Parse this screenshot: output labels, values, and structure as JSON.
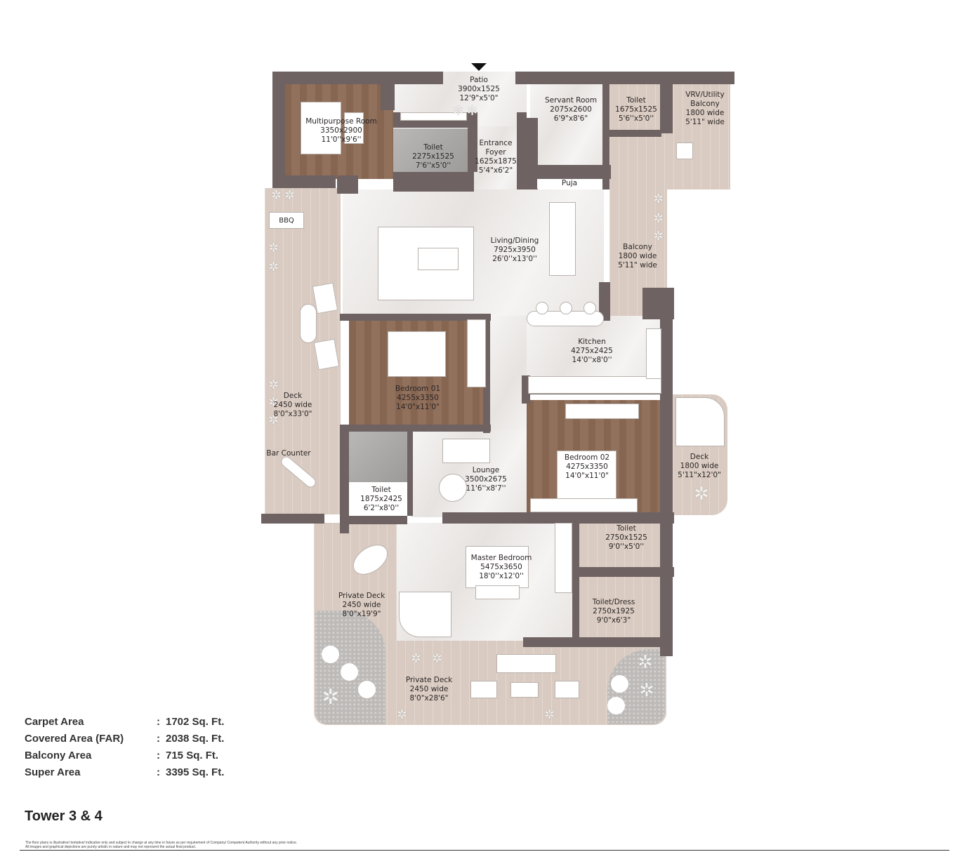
{
  "plan": {
    "entry_marker": "entrance-arrow",
    "rooms": [
      {
        "id": "patio",
        "name": "Patio",
        "metric": "3900x1525",
        "imperial": "12'9\"x5'0\""
      },
      {
        "id": "multipurpose",
        "name": "Multipurpose Room",
        "metric": "3350x2900",
        "imperial": "11'0''x9'6''"
      },
      {
        "id": "toilet_1",
        "name": "Toilet",
        "metric": "2275x1525",
        "imperial": "7'6''x5'0''"
      },
      {
        "id": "foyer",
        "name": "Entrance Foyer",
        "name_line1": "Entrance",
        "name_line2": "Foyer",
        "metric": "1625x1875",
        "imperial": "5'4\"x6'2\""
      },
      {
        "id": "servant",
        "name": "Servant Room",
        "metric": "2075x2600",
        "imperial": "6'9\"x8'6\""
      },
      {
        "id": "toilet_servant",
        "name": "Toilet",
        "metric": "1675x1525",
        "imperial": "5'6''x5'0''"
      },
      {
        "id": "vrv_balcony",
        "name": "VRV/Utility Balcony",
        "name_line1": "VRV/Utility",
        "name_line2": "Balcony",
        "metric": "1800 wide",
        "imperial": "5'11\" wide"
      },
      {
        "id": "puja",
        "name": "Puja"
      },
      {
        "id": "bbq",
        "name": "BBQ"
      },
      {
        "id": "living",
        "name": "Living/Dining",
        "metric": "7925x3950",
        "imperial": "26'0''x13'0''"
      },
      {
        "id": "balcony",
        "name": "Balcony",
        "metric": "1800 wide",
        "imperial": "5'11\" wide"
      },
      {
        "id": "kitchen",
        "name": "Kitchen",
        "metric": "4275x2425",
        "imperial": "14'0''x8'0''"
      },
      {
        "id": "bedroom_1",
        "name": "Bedroom 01",
        "metric": "4255x3350",
        "imperial": "14'0\"x11'0\""
      },
      {
        "id": "deck_left",
        "name": "Deck",
        "metric": "2450 wide",
        "imperial": "8'0\"x33'0\""
      },
      {
        "id": "bar_counter",
        "name": "Bar Counter"
      },
      {
        "id": "toilet_2",
        "name": "Toilet",
        "metric": "1875x2425",
        "imperial": "6'2''x8'0''"
      },
      {
        "id": "lounge",
        "name": "Lounge",
        "metric": "3500x2675",
        "imperial": "11'6''x8'7''"
      },
      {
        "id": "bedroom_2",
        "name": "Bedroom 02",
        "metric": "4275x3350",
        "imperial": "14'0\"x11'0\""
      },
      {
        "id": "deck_right",
        "name": "Deck",
        "metric": "1800 wide",
        "imperial": "5'11\"x12'0\""
      },
      {
        "id": "toilet_3",
        "name": "Toilet",
        "metric": "2750x1525",
        "imperial": "9'0''x5'0''"
      },
      {
        "id": "master",
        "name": "Master Bedroom",
        "metric": "5475x3650",
        "imperial": "18'0''x12'0''"
      },
      {
        "id": "toilet_dress",
        "name": "Toilet/Dress",
        "metric": "2750x1925",
        "imperial": "9'0\"x6'3\""
      },
      {
        "id": "private_deck_1",
        "name": "Private Deck",
        "metric": "2450 wide",
        "imperial": "8'0\"x19'9\""
      },
      {
        "id": "private_deck_2",
        "name": "Private Deck",
        "metric": "2450 wide",
        "imperial": "8'0\"x28'6\""
      }
    ]
  },
  "areas": [
    {
      "label": "Carpet Area",
      "value": "1702 Sq. Ft."
    },
    {
      "label": "Covered Area (FAR)",
      "value": "2038 Sq. Ft."
    },
    {
      "label": "Balcony Area",
      "value": "715 Sq. Ft."
    },
    {
      "label": "Super Area",
      "value": "3395 Sq. Ft."
    }
  ],
  "separator": ":",
  "tower": "Tower 3 & 4",
  "disclaimer": {
    "line1": "The floor plans is illustrative/ tentative/ indicative only and subject to change at any time in future as per requirement of Company/ Competent Authority without any prior notice.",
    "line2": "All images and graphical depictions are purely artistic in nature and may not represent the actual final product."
  },
  "colors": {
    "wall": "#6e6262",
    "wood_dark": "#8d6a55",
    "wood_light": "#d9cbc1",
    "marble": "#ece9e7",
    "text": "#2c2626"
  }
}
